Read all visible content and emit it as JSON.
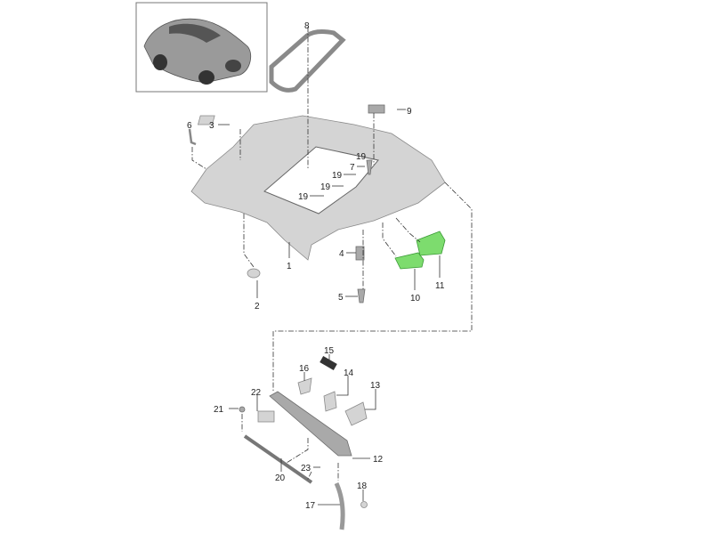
{
  "diagram": {
    "title": "Roof lining parts diagram",
    "highlight_color": "#7ddc6e",
    "part_labels": {
      "p1": "1",
      "p2": "2",
      "p3": "3",
      "p4": "4",
      "p5": "5",
      "p6": "6",
      "p7": "7",
      "p8": "8",
      "p9": "9",
      "p10": "10",
      "p11": "11",
      "p12": "12",
      "p13": "13",
      "p14": "14",
      "p15": "15",
      "p16": "16",
      "p17": "17",
      "p18": "18",
      "p19a": "19",
      "p19b": "19",
      "p19c": "19",
      "p19d": "19",
      "p20": "20",
      "p21": "21",
      "p22": "22",
      "p23": "23"
    }
  }
}
